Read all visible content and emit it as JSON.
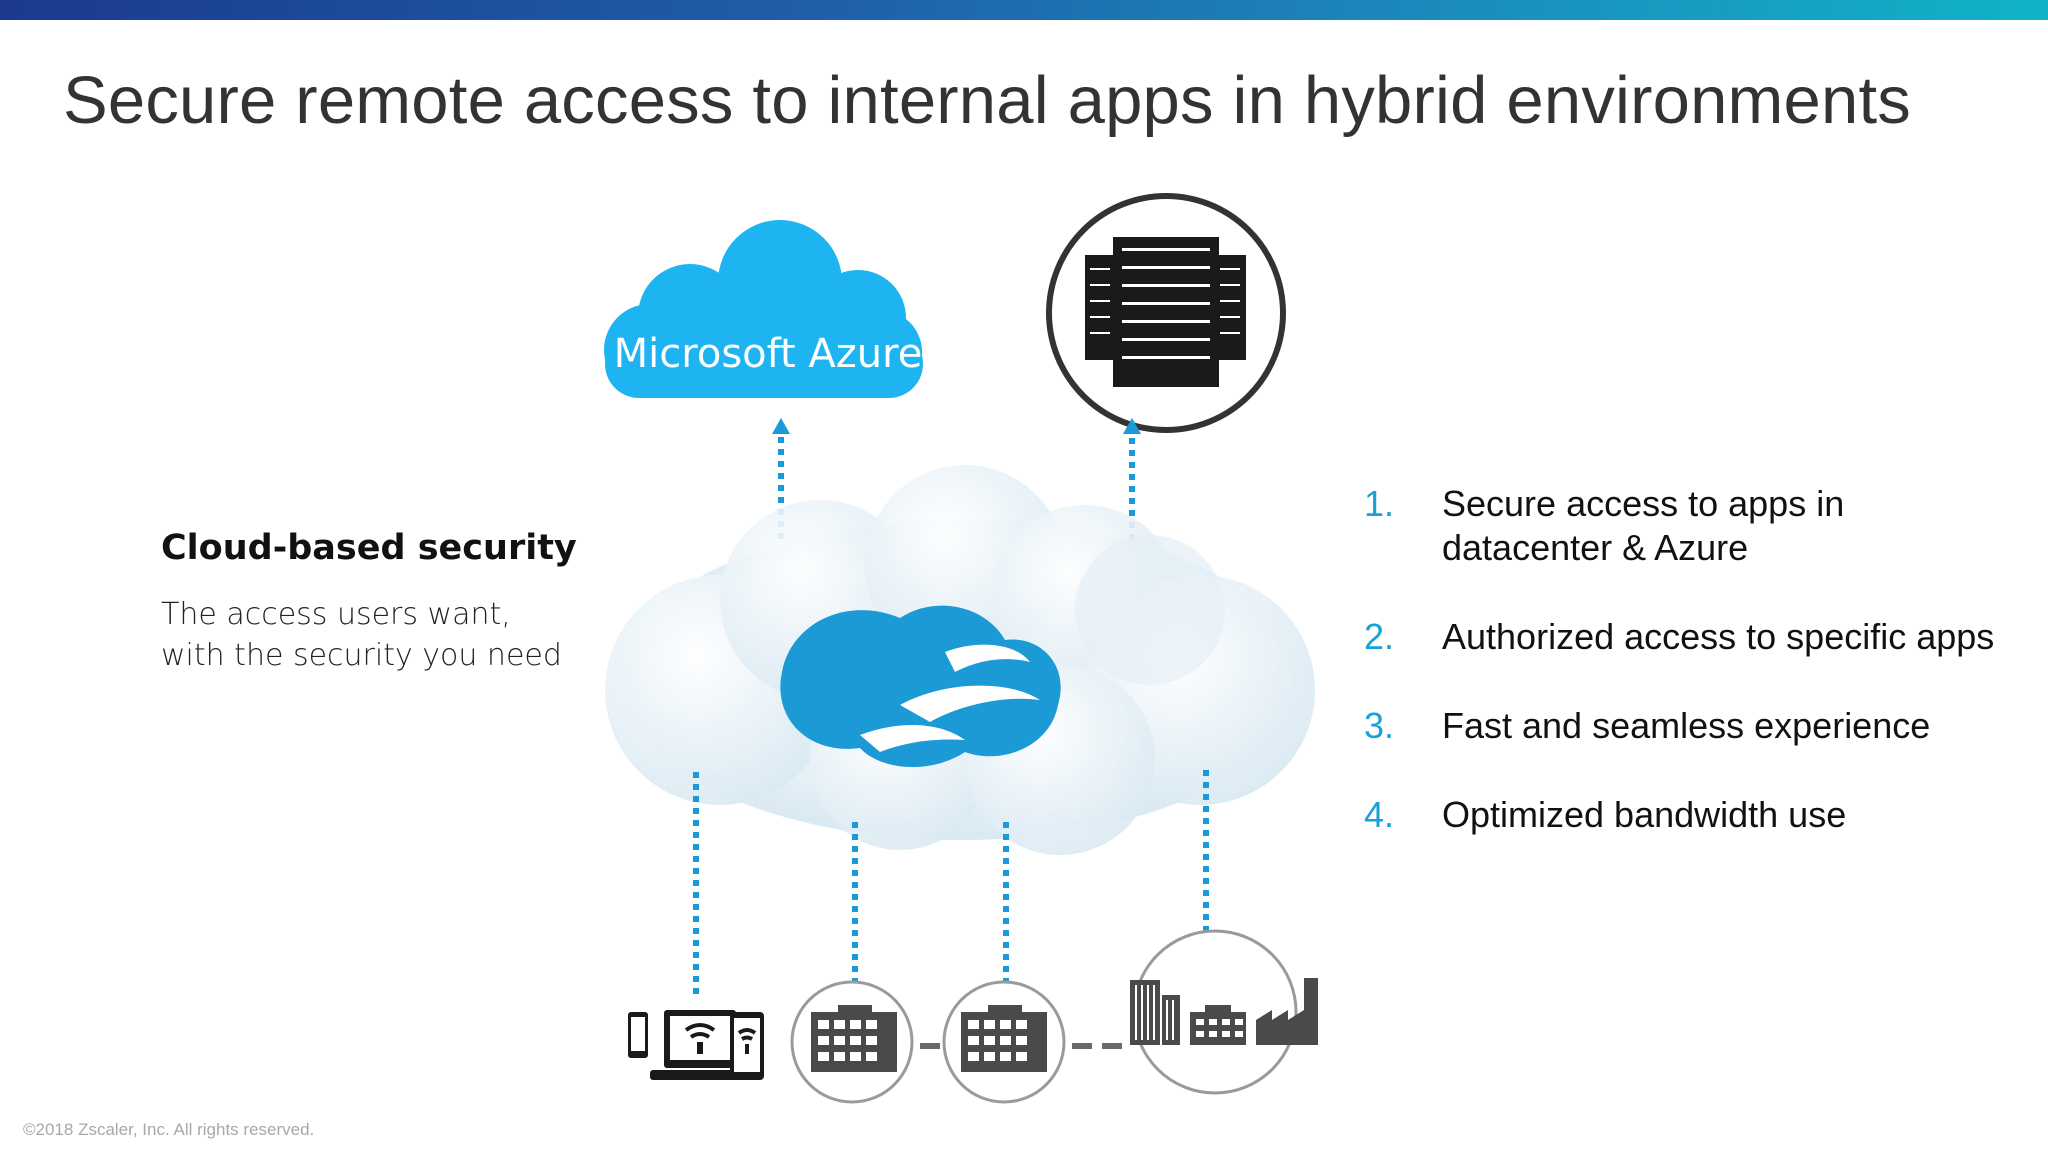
{
  "slide": {
    "title": "Secure remote access to internal apps in hybrid environments",
    "left_panel": {
      "heading": "Cloud-based security",
      "subtitle_lines": [
        "The access users want,",
        "with the security you need"
      ]
    },
    "benefits": [
      {
        "number": "1.",
        "lines": [
          "Secure access to apps in",
          "datacenter & Azure"
        ]
      },
      {
        "number": "2.",
        "lines": [
          "Authorized access to specific apps"
        ]
      },
      {
        "number": "3.",
        "lines": [
          "Fast and seamless experience"
        ]
      },
      {
        "number": "4.",
        "lines": [
          "Optimized bandwidth use"
        ]
      }
    ],
    "azure_cloud_label": "Microsoft Azure",
    "footer": "©2018 Zscaler, Inc. All rights reserved."
  },
  "icons": {
    "top": [
      "azure-cloud-icon",
      "datacenter-server-icon"
    ],
    "center": "zscaler-cloud-logo-icon",
    "bottom": [
      "user-devices-icon",
      "branch-office-icon",
      "branch-office-icon",
      "campus-buildings-icon"
    ]
  },
  "colors": {
    "accent_blue": "#1aa0d8",
    "azure_blue": "#1eb4f2",
    "zscaler_blue": "#1b9ad6",
    "icon_dark": "#333333",
    "top_bar_start": "#1b3a8e",
    "top_bar_end": "#10b3c8"
  }
}
